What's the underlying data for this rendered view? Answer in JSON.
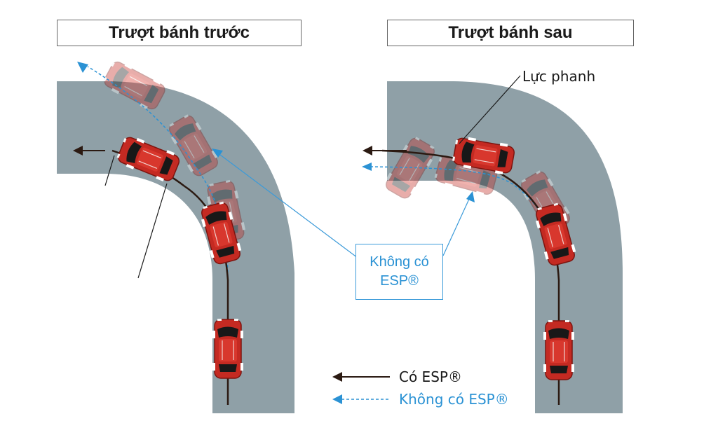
{
  "panels": {
    "left_title": "Trượt bánh trước",
    "right_title": "Trượt bánh sau"
  },
  "callouts": {
    "no_esp_line1": "Không có",
    "no_esp_line2": "ESP®",
    "brake_force": "Lực phanh"
  },
  "legend": {
    "with_esp": "Có ESP®",
    "without_esp": "Không có ESP®"
  },
  "colors": {
    "road": "#8fa0a7",
    "car_body": "#c42a22",
    "with_esp_arrow": "#2b1a12",
    "without_esp_arrow": "#2b92d4"
  }
}
